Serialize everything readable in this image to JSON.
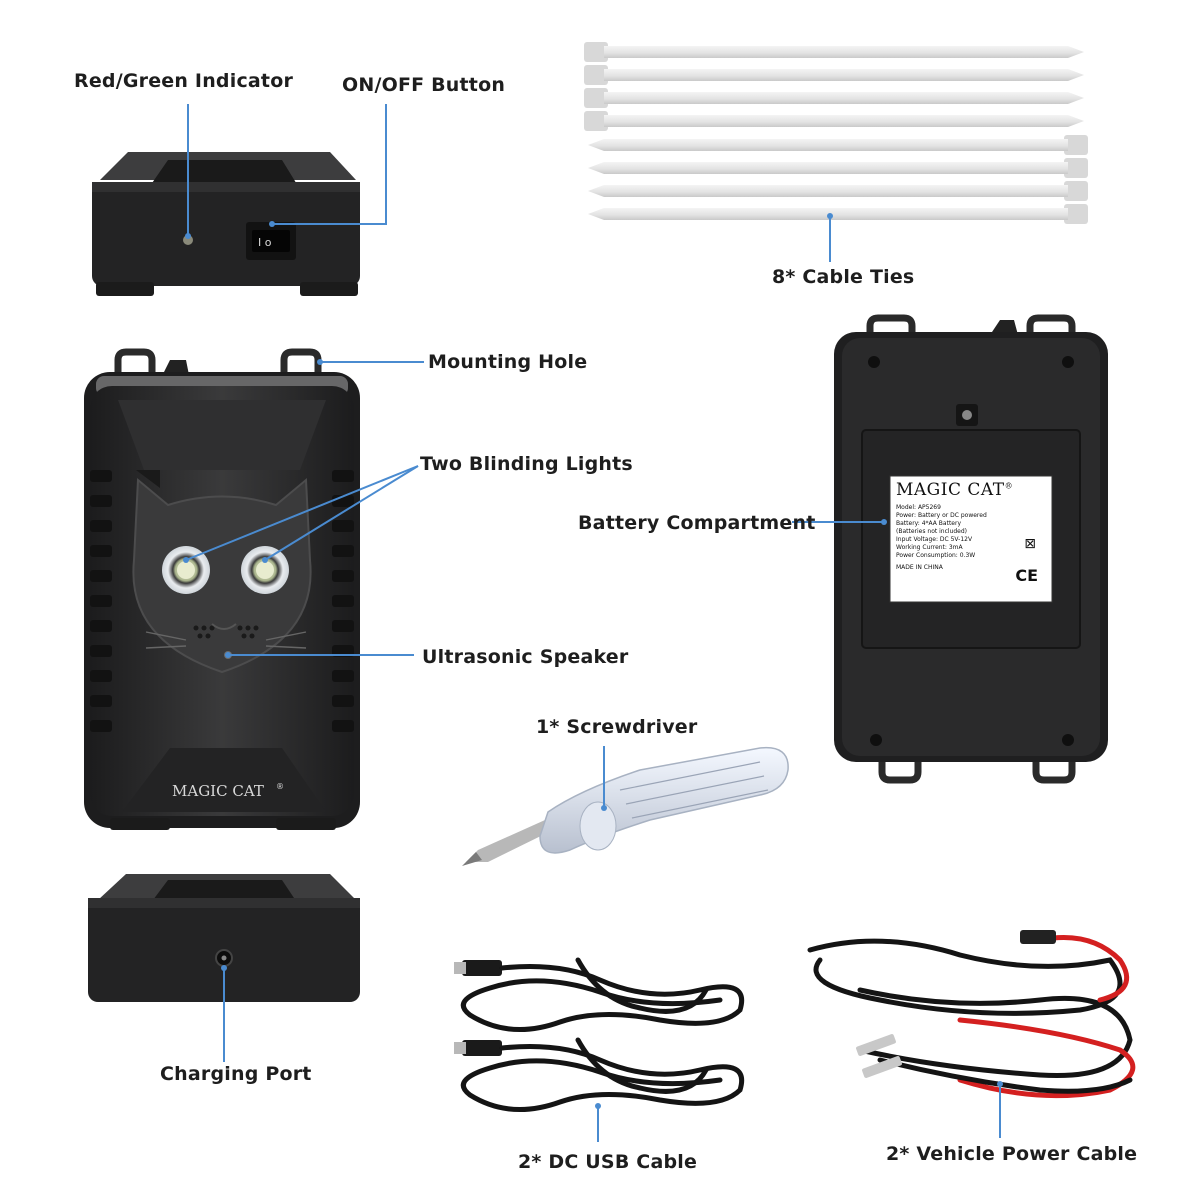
{
  "labels": {
    "indicator": "Red/Green Indicator",
    "onoff": "ON/OFF Button",
    "cable_ties": "8* Cable Ties",
    "mounting_hole": "Mounting Hole",
    "blinding_lights": "Two Blinding Lights",
    "battery_compartment": "Battery Compartment",
    "ultrasonic_speaker": "Ultrasonic Speaker",
    "screwdriver": "1* Screwdriver",
    "charging_port": "Charging Port",
    "dc_usb_cable": "2* DC USB Cable",
    "vehicle_power_cable": "2* Vehicle Power Cable"
  },
  "brand": {
    "name": "MAGIC CAT",
    "reg_mark": "®"
  },
  "battery_label": {
    "lines": [
      "Model: AP5269",
      "Power: Battery or DC powered",
      "Battery: 4*AA Battery",
      "(Batteries not included)",
      "Input Voltage: DC 5V-12V",
      "Working Current: 3mA",
      "Power Consumption: 0.3W",
      "MADE IN CHINA"
    ],
    "ce_mark": "CE"
  },
  "colors": {
    "device_body": "#2b2b2c",
    "label_line": "#4a8bd0",
    "red_wire": "#d42020",
    "cable_tie": "#e8e8e8"
  }
}
